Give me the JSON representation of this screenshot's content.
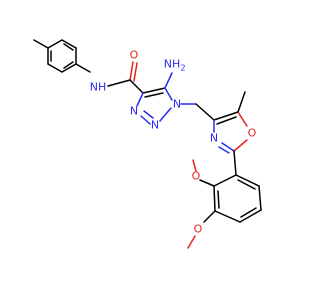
{
  "molecule": {
    "atom_labels": {
      "nh2": "NH",
      "nh2_sub": "2",
      "amide_nh": "NH",
      "amide_o": "O",
      "triazole_n1": "N",
      "triazole_n2": "N",
      "triazole_n3": "N",
      "oxazole_n": "N",
      "oxazole_o": "O",
      "methoxy_o1": "O",
      "methoxy_o2": "O"
    },
    "colors": {
      "carbon_bond": "#000000",
      "nitrogen": "#2a2af2",
      "oxygen": "#e8221c"
    }
  }
}
